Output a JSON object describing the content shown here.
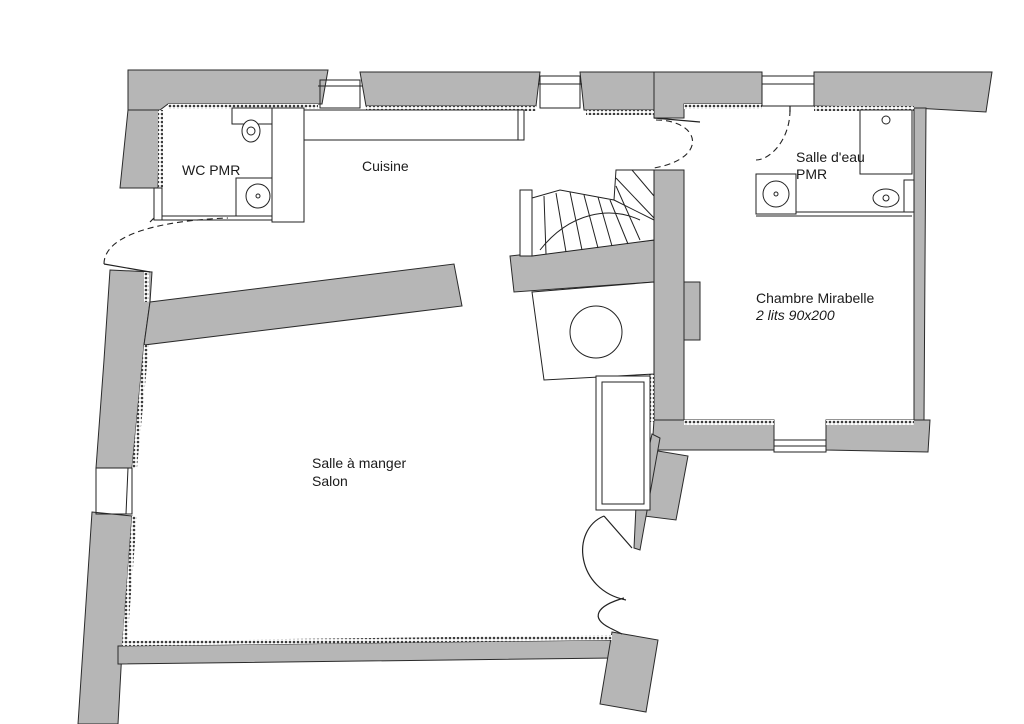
{
  "colors": {
    "wall_fill": "#b6b6b6",
    "wall_stroke": "#2a2a2a",
    "insulation": "#3c3c3c",
    "line": "#222222",
    "background": "#ffffff"
  },
  "rooms": {
    "wc": {
      "label": "WC PMR"
    },
    "kitchen": {
      "label": "Cuisine"
    },
    "shower": {
      "label_line1": "Salle d'eau",
      "label_line2": "PMR"
    },
    "bedroom": {
      "label_line1": "Chambre Mirabelle",
      "label_line2": "2 lits 90x200"
    },
    "living": {
      "label_line1": "Salle à manger",
      "label_line2": "Salon"
    }
  }
}
